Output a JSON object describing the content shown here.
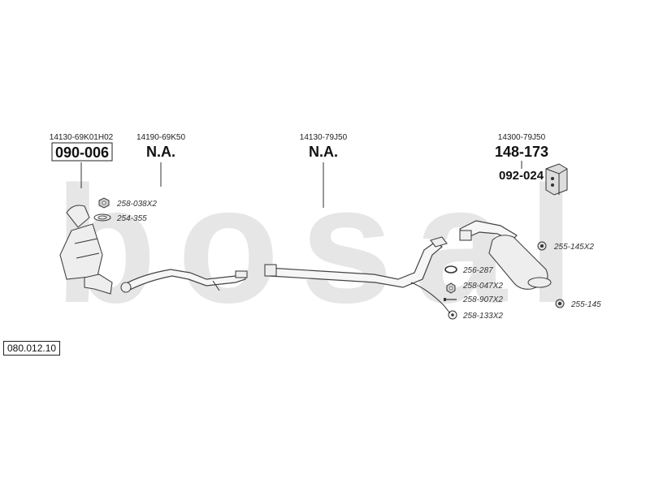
{
  "catalog_number": "080.012.10",
  "brand_watermark": "bosal",
  "parts": [
    {
      "id": "catalyst",
      "oem": "14130-69K01H02",
      "code": "090-006",
      "boxed": true
    },
    {
      "id": "front-pipe",
      "oem": "14190-69K50",
      "code": "N.A.",
      "boxed": false
    },
    {
      "id": "middle-pipe",
      "oem": "14130-79J50",
      "code": "N.A.",
      "boxed": false
    },
    {
      "id": "rear-silencer",
      "oem": "14300-79J50",
      "code": "148-173",
      "boxed": false
    }
  ],
  "fitting_kit": {
    "code": "092-024",
    "icon": "fitting-kit-box-icon"
  },
  "hardware": [
    {
      "code": "258-038X2",
      "icon": "nut-icon"
    },
    {
      "code": "254-355",
      "icon": "gasket-ring-icon"
    },
    {
      "code": "255-145X2",
      "icon": "rubber-mount-icon"
    },
    {
      "code": "256-287",
      "icon": "seal-ring-icon"
    },
    {
      "code": "258-047X2",
      "icon": "nut-icon"
    },
    {
      "code": "258-907X2",
      "icon": "bolt-icon"
    },
    {
      "code": "258-133X2",
      "icon": "washer-icon"
    },
    {
      "code": "255-145",
      "icon": "rubber-mount-icon"
    }
  ],
  "colors": {
    "watermark": "#e6e6e6",
    "line": "#333333",
    "text": "#111111"
  }
}
